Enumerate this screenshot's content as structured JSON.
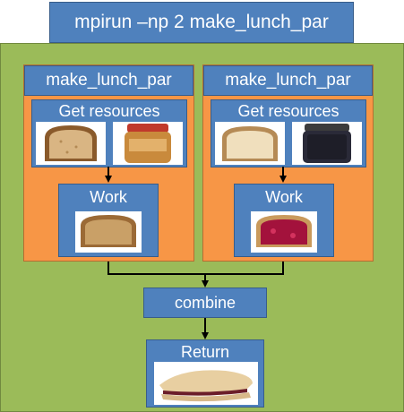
{
  "title": "mpirun –np 2 make_lunch_par",
  "processes": [
    {
      "label": "make_lunch_par",
      "resources_label": "Get resources",
      "resource_images": [
        "bread-slice",
        "peanut-butter-jar"
      ],
      "work_label": "Work",
      "work_image": "peanut-butter-toast"
    },
    {
      "label": "make_lunch_par",
      "resources_label": "Get resources",
      "resource_images": [
        "bread-slice",
        "jelly-jar"
      ],
      "work_label": "Work",
      "work_image": "jelly-toast"
    }
  ],
  "combine_label": "combine",
  "return_label": "Return",
  "return_image": "pbj-sandwich",
  "colors": {
    "box_blue": "#4f81bd",
    "outer_green": "#9bbb59",
    "process_orange": "#f79646",
    "arrow": "#000000"
  }
}
